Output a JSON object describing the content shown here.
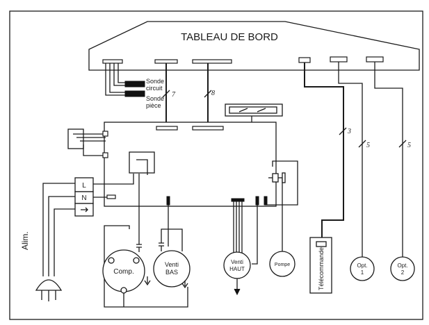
{
  "title": "TABLEAU DE BORD",
  "sensors": {
    "circuit": [
      "Sonde",
      "circuit"
    ],
    "room": [
      "Sonde",
      "pièce"
    ]
  },
  "wire_counts": {
    "circuit_sensor": "7",
    "main_bus": "8",
    "remote": "3",
    "option1": "5",
    "option2": "5"
  },
  "terminals": {
    "live": "L",
    "neutral": "N"
  },
  "power_label": "Alim.",
  "components": {
    "compressor": "Comp.",
    "fan_low": [
      "Venti",
      "BAS"
    ],
    "fan_high": [
      "Venti",
      "HAUT"
    ],
    "pump": "Pompe",
    "remote": "Télécommande",
    "option1": [
      "Opt.",
      "1"
    ],
    "option2": [
      "Opt.",
      "2"
    ]
  }
}
